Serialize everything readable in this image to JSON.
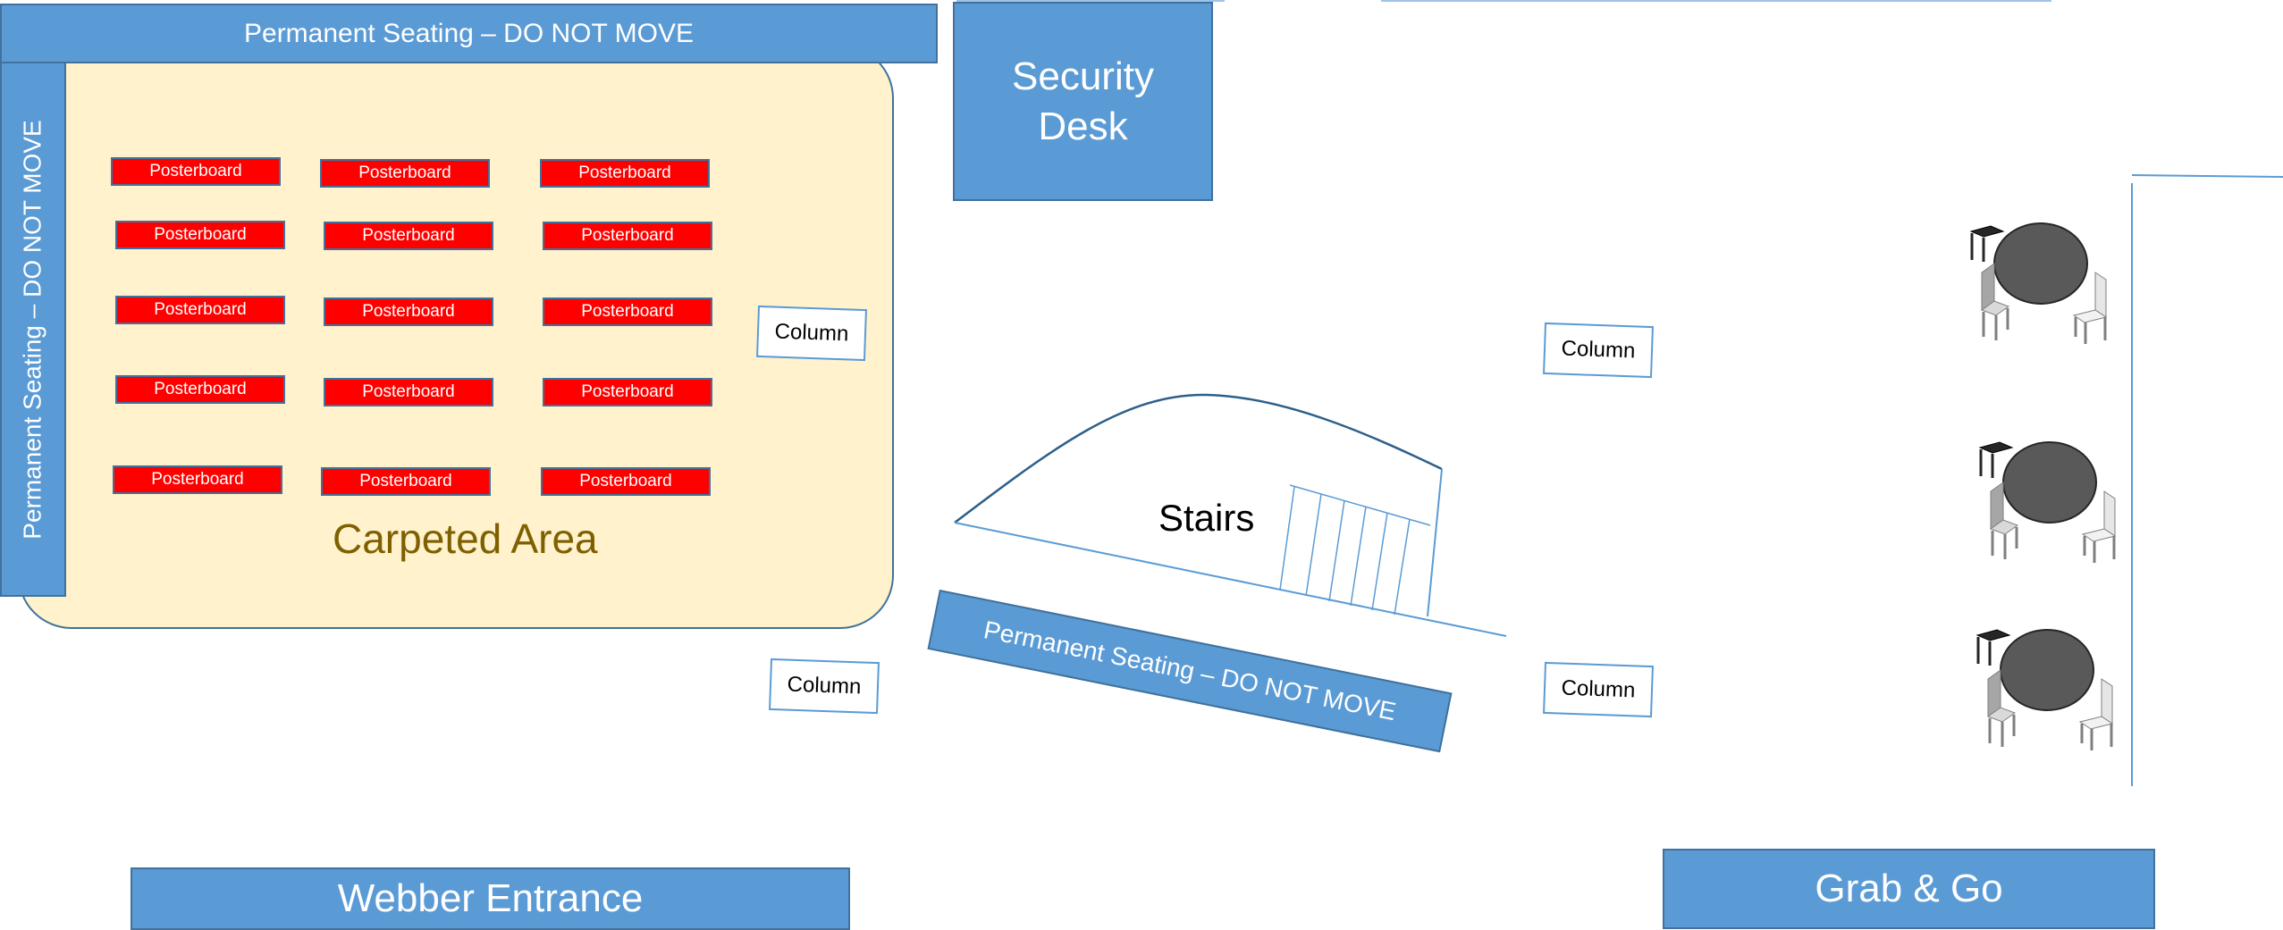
{
  "top_seating": {
    "label": "Permanent Seating – DO NOT MOVE"
  },
  "left_seating": {
    "label": "Permanent Seating – DO NOT MOVE"
  },
  "security_desk": {
    "line1": "Security",
    "line2": "Desk"
  },
  "carpeted_area": {
    "label": "Carpeted Area"
  },
  "posterboards": {
    "label": "Posterboard",
    "rows": 5,
    "columns": 3
  },
  "columns": {
    "label": "Column",
    "count": 4
  },
  "stairs": {
    "label": "Stairs"
  },
  "stairs_seating": {
    "label": "Permanent Seating – DO NOT MOVE"
  },
  "webber_entrance": {
    "label": "Webber Entrance"
  },
  "grab_and_go": {
    "label": "Grab & Go"
  },
  "tables": {
    "count": 3
  },
  "colors": {
    "blue": "#5b9bd5",
    "blue_border": "#41719c",
    "carpet": "#fff2cc",
    "carpet_text": "#7f6000",
    "posterboard": "#ff0000",
    "table": "#595959"
  }
}
